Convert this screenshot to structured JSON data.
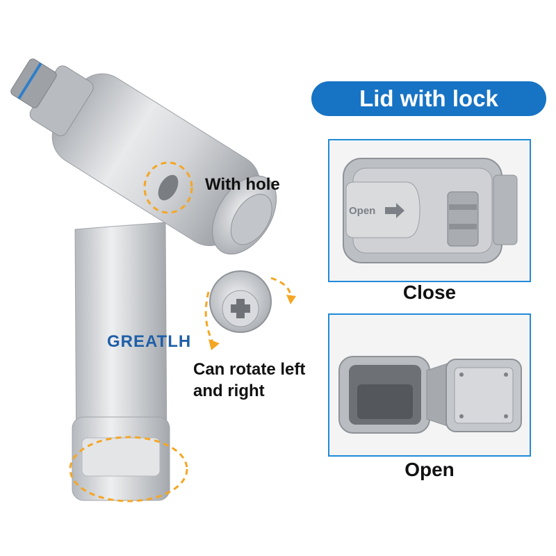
{
  "labels": {
    "with_hole": "With hole",
    "rotate": "Can rotate left and right",
    "brand": "GREATLH"
  },
  "lid_panel": {
    "title": "Lid with lock",
    "close_caption": "Close",
    "open_caption": "Open",
    "open_arrow_text": "Open"
  },
  "colors": {
    "accent_blue": "#1f8ad8",
    "pill_blue": "#1773c4",
    "brand_blue": "#1f5fa8",
    "highlight_orange": "#f5a623",
    "metal": "#c9ccd0"
  }
}
